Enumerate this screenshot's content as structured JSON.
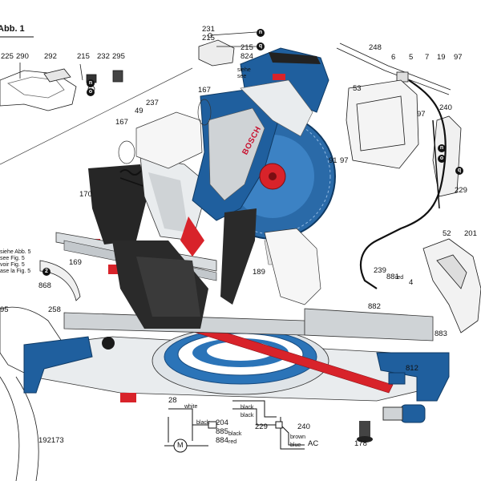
{
  "figure_label": "/Abb. 1",
  "brand_text": "BOSCH",
  "colors": {
    "body_blue": "#1f5f9e",
    "dark_blue": "#174a7e",
    "accent_red": "#d8232a",
    "line": "#1a1a1a",
    "metal": "#cfd3d6"
  },
  "part_labels": {
    "p231": "231",
    "p215a": "215",
    "p215b": "215",
    "p824": "824",
    "p225": "225",
    "p290": "290",
    "p292": "292",
    "p215c": "215",
    "p232": "232",
    "p295": "295",
    "p248": "248",
    "p6": "6",
    "p5": "5",
    "p7": "7",
    "p19": "19",
    "p97a": "97",
    "p53": "53",
    "p240a": "240",
    "p97b": "97",
    "p167a": "167",
    "p49": "49",
    "p237": "237",
    "p167b": "167",
    "p91": "91",
    "p97c": "97",
    "p229a": "229",
    "p170": "170",
    "p52": "52",
    "p201": "201",
    "p169": "169",
    "p189": "189",
    "p239": "239",
    "p881": "881",
    "p4": "4",
    "p868": "868",
    "p95": "95",
    "p258": "258",
    "p882": "882",
    "p883": "883",
    "p812": "812",
    "p28": "28",
    "p204": "204",
    "p885": "885",
    "p884": "884",
    "p229b": "229",
    "p240b": "240",
    "p192173": "192173",
    "p178": "178",
    "pAC": "AC"
  },
  "callouts": {
    "n": "n",
    "o": "o",
    "q": "q",
    "two": "2"
  },
  "side_notes": {
    "line1": "siehe Abb. 5",
    "line2": "see Fig. 5",
    "line3": "voir Fig. 5",
    "line4": "ase la Fig. 5",
    "top1": "siehe",
    "top2": "see"
  },
  "wire_labels": {
    "white": "white",
    "black1": "black",
    "black2": "black",
    "black3": "black",
    "brown": "brown",
    "blue": "blue",
    "red": "red",
    "black4": "black",
    "red2": "red"
  },
  "motor_symbol": "M"
}
